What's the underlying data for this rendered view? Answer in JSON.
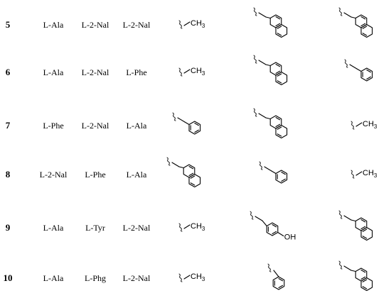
{
  "rows": [
    {
      "num": "5",
      "aa": [
        "L-Ala",
        "L-2-Nal",
        "L-2-Nal"
      ],
      "subs": [
        "methyl",
        "naphthylmethyl",
        "naphthylmethyl"
      ]
    },
    {
      "num": "6",
      "aa": [
        "L-Ala",
        "L-2-Nal",
        "L-Phe"
      ],
      "subs": [
        "methyl",
        "naphthylmethyl",
        "benzyl"
      ]
    },
    {
      "num": "7",
      "aa": [
        "L-Phe",
        "L-2-Nal",
        "L-Ala"
      ],
      "subs": [
        "benzyl",
        "naphthylmethyl",
        "methyl"
      ]
    },
    {
      "num": "8",
      "aa": [
        "L-2-Nal",
        "L-Phe",
        "L-Ala"
      ],
      "subs": [
        "naphthylmethyl",
        "benzyl",
        "methyl"
      ]
    },
    {
      "num": "9",
      "aa": [
        "L-Ala",
        "L-Tyr",
        "L-2-Nal"
      ],
      "subs": [
        "methyl",
        "hydroxybenzyl",
        "naphthylmethyl"
      ]
    },
    {
      "num": "10",
      "aa": [
        "L-Ala",
        "L-Phg",
        "L-2-Nal"
      ],
      "subs": [
        "methyl",
        "phenyl",
        "naphthylmethyl"
      ]
    }
  ],
  "labels": {
    "methyl": "CH3",
    "hydroxyl": "OH"
  }
}
